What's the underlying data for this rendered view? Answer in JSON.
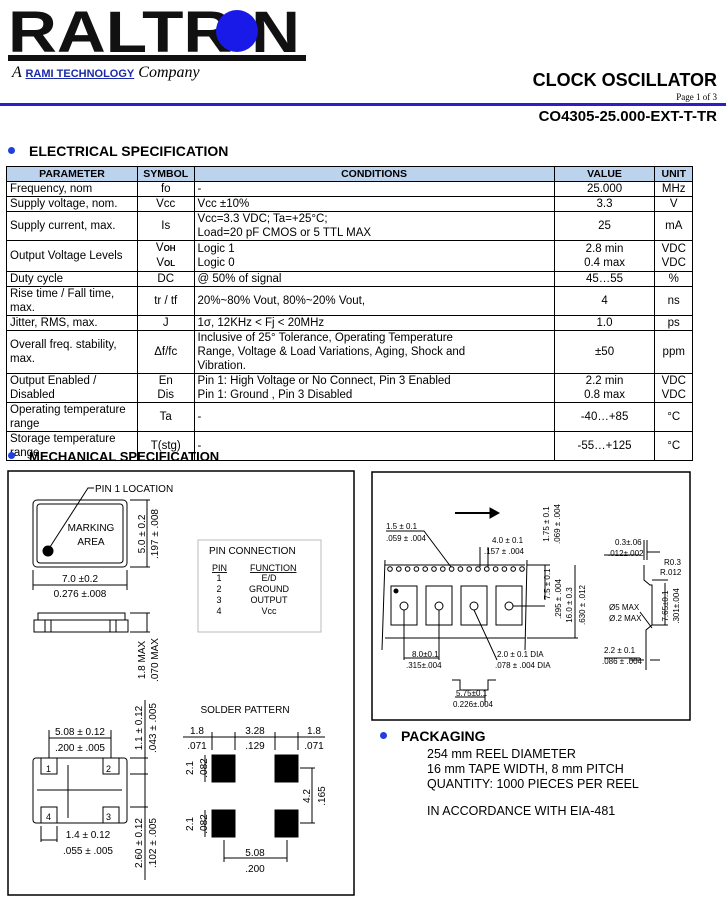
{
  "header": {
    "logo_text": "RALTRON",
    "tagline_prefix": "A",
    "tagline_brand": "RAMI TECHNOLOGY",
    "tagline_suffix": "Company",
    "title": "CLOCK OSCILLATOR",
    "page": "Page 1 of 3",
    "part_number": "CO4305-25.000-EXT-T-TR",
    "accent_color": "#2a1fc8"
  },
  "electrical": {
    "title": "ELECTRICAL SPECIFICATION",
    "columns": [
      "PARAMETER",
      "SYMBOL",
      "CONDITIONS",
      "VALUE",
      "UNIT"
    ],
    "rows": [
      {
        "param": "Frequency, nom",
        "symbol": [
          "fo"
        ],
        "conditions": [
          "-"
        ],
        "value": [
          "25.000"
        ],
        "unit": [
          "MHz"
        ]
      },
      {
        "param": "Supply voltage, nom.",
        "symbol": [
          "Vcc"
        ],
        "conditions": [
          "Vcc ±10%"
        ],
        "value": [
          "3.3"
        ],
        "unit": [
          "V"
        ]
      },
      {
        "param": "Supply current, max.",
        "symbol": [
          "Is"
        ],
        "conditions": [
          "Vcc=3.3 VDC; Ta=+25°C;",
          "Load=20 pF CMOS or 5 TTL MAX"
        ],
        "value": [
          "25"
        ],
        "unit": [
          "mA"
        ]
      },
      {
        "param": "Output Voltage Levels",
        "symbol": [
          "VOH",
          "VOL"
        ],
        "conditions": [
          "Logic 1",
          "Logic 0"
        ],
        "value": [
          "2.8 min",
          "0.4 max"
        ],
        "unit": [
          "VDC",
          "VDC"
        ]
      },
      {
        "param": "Duty cycle",
        "symbol": [
          "DC"
        ],
        "conditions": [
          "@ 50% of signal"
        ],
        "value": [
          "45…55"
        ],
        "unit": [
          "%"
        ]
      },
      {
        "param": "Rise time / Fall time, max.",
        "symbol": [
          "tr / tf"
        ],
        "conditions": [
          "20%~80% Vout, 80%~20% Vout,"
        ],
        "value": [
          "4"
        ],
        "unit": [
          "ns"
        ]
      },
      {
        "param": "Jitter, RMS, max.",
        "symbol": [
          "J"
        ],
        "conditions": [
          "1σ,  12KHz < Fj < 20MHz"
        ],
        "value": [
          "1.0"
        ],
        "unit": [
          "ps"
        ]
      },
      {
        "param": "Overall freq. stability, max.",
        "symbol": [
          "Δf/fc"
        ],
        "conditions": [
          "Inclusive of 25° Tolerance, Operating Temperature",
          "Range, Voltage & Load Variations, Aging, Shock and",
          "Vibration."
        ],
        "value": [
          "±50"
        ],
        "unit": [
          "ppm"
        ]
      },
      {
        "param": "Output Enabled / Disabled",
        "symbol": [
          "En",
          "Dis"
        ],
        "conditions": [
          "Pin 1: High Voltage or No Connect, Pin 3 Enabled",
          "Pin 1: Ground , Pin 3 Disabled"
        ],
        "value": [
          "2.2 min",
          "0.8 max"
        ],
        "unit": [
          "VDC",
          "VDC"
        ]
      },
      {
        "param": "Operating temperature range",
        "symbol": [
          "Ta"
        ],
        "conditions": [
          "-"
        ],
        "value": [
          "-40…+85"
        ],
        "unit": [
          "°C"
        ]
      },
      {
        "param": "Storage temperature range",
        "symbol": [
          "T(stg)"
        ],
        "conditions": [
          "-"
        ],
        "value": [
          "-55…+125"
        ],
        "unit": [
          "°C"
        ]
      }
    ]
  },
  "mechanical": {
    "title": "MECHANICAL SPECIFICATION",
    "pin1": "PIN 1 LOCATION",
    "marking": [
      "MARKING",
      "AREA"
    ],
    "height_mm": "5.0 ± 0.2",
    "height_in": ".197 ± .008",
    "width_mm": "7.0 ±0.2",
    "width_in": "0.276 ±.008",
    "thick_mm": "1.8 MAX",
    "thick_in": ".070 MAX",
    "pin_connection": {
      "title": "PIN CONNECTION",
      "col_pin": "PIN",
      "col_function": "FUNCTION",
      "rows": [
        {
          "pin": "1",
          "function": "E/D"
        },
        {
          "pin": "2",
          "function": "GROUND"
        },
        {
          "pin": "3",
          "function": "OUTPUT"
        },
        {
          "pin": "4",
          "function": "Vcc"
        }
      ]
    },
    "pad_pitch_mm": "5.08 ± 0.12",
    "pad_pitch_in": ".200  ± .005",
    "pad_top_mm": "1.1 ± 0.12",
    "pad_top_in": ".043 ± .005",
    "pad_bot_mm": "2.60 ± 0.12",
    "pad_bot_in": ".102 ± .005",
    "pad_w_mm": "1.4 ± 0.12",
    "pad_w_in": ".055 ± .005",
    "pins": [
      "1",
      "2",
      "3",
      "4"
    ],
    "solder": {
      "title": "SOLDER PATTERN",
      "a_mm": "1.8",
      "a_in": ".071",
      "b_mm": "3.28",
      "b_in": ".129",
      "c_mm": "1.8",
      "c_in": ".071",
      "h_mm": "2.1",
      "h_in": ".082",
      "v_mm": "4.2",
      "v_in": ".165",
      "p_mm": "5.08",
      "p_in": ".200"
    }
  },
  "tape": {
    "sprocket_mm": "1.5 ± 0.1",
    "sprocket_in": ".059 ± .004",
    "pitch4_mm": "4.0 ± 0.1",
    "pitch4_in": ".157 ± .004",
    "edge_mm": "1.75 ± 0.1",
    "edge_in": ".069 ± .004",
    "center_mm": "7.5 ± 0.1",
    "center_in": ".295 ± .004",
    "width_mm": "16.0 ± 0.3",
    "width_in": ".630 ± .012",
    "pitch8_mm": "8.0±0.1",
    "pitch8_in": ".315±.004",
    "hole_mm": "2.0 ± 0.1 DIA",
    "hole_in": ".078 ± .004 DIA",
    "pocket_mm": "5.75±0.1",
    "pocket_in": "0.226±.004",
    "thick_mm": "0.3±.06",
    "thick_in": ".012±.002",
    "radius_mm": "R0.3",
    "radius_in": "R.012",
    "angle1": "Ø5 MAX",
    "angle2": "Ø.2 MAX",
    "depth_mm": "7.65±0.1",
    "depth_in": ".301±.004",
    "k_mm": "2.2 ± 0.1",
    "k_in": ".086 ± .004"
  },
  "packaging": {
    "title": "PACKAGING",
    "lines": [
      "254 mm REEL DIAMETER",
      "16 mm TAPE WIDTH, 8 mm PITCH",
      "QUANTITY: 1000 PIECES PER REEL",
      "",
      "IN ACCORDANCE WITH EIA-481"
    ]
  }
}
